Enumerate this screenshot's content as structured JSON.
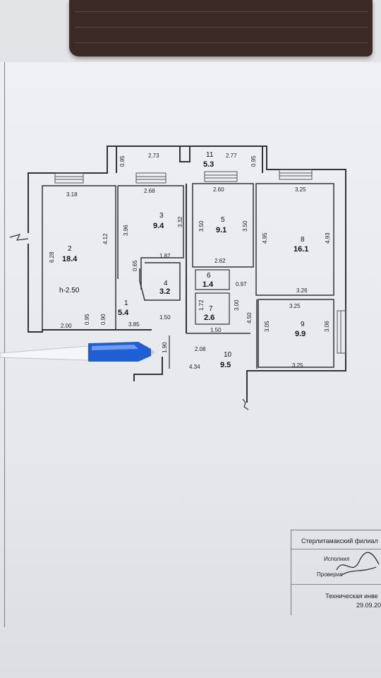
{
  "plan": {
    "room_labels": [
      {
        "num": "1",
        "area": "5.4"
      },
      {
        "num": "2",
        "area": "18.4"
      },
      {
        "num": "3",
        "area": "9.4"
      },
      {
        "num": "4",
        "area": "3.2"
      },
      {
        "num": "5",
        "area": "9.1"
      },
      {
        "num": "6",
        "area": "1.4"
      },
      {
        "num": "7",
        "area": "2.6"
      },
      {
        "num": "8",
        "area": "16.1"
      },
      {
        "num": "9",
        "area": "9.9"
      },
      {
        "num": "10",
        "area": "9.5"
      },
      {
        "num": "11",
        "area": "5.3"
      }
    ],
    "height_note": "h-2.50",
    "dims": [
      "0.95",
      "2.73",
      "2.77",
      "0.95",
      "3.18",
      "2.68",
      "2.60",
      "3.25",
      "6.28",
      "4.12",
      "3.96",
      "3.32",
      "3.50",
      "3.50",
      "4.95",
      "4.93",
      "1.87",
      "2.62",
      "0.65",
      "0.97",
      "3.26",
      "1.72",
      "3.00",
      "3.25",
      "4.50",
      "3.05",
      "3.06",
      "1.50",
      "0.95",
      "0.90",
      "2.00",
      "3.85",
      "1.50",
      "2.08",
      "1.90",
      "4.34",
      "3.25"
    ]
  },
  "stamp": {
    "org": "Стерлитамакский филиал",
    "performed_by": "Исполнил",
    "checked_by": "Проверил",
    "doc_title": "Техническая инве",
    "date": "29.09.20"
  }
}
